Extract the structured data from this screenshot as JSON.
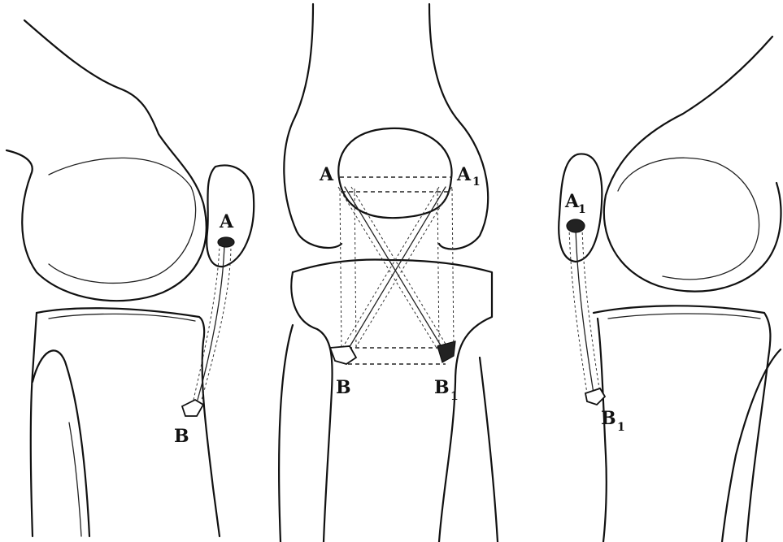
{
  "labels": {
    "left": {
      "a": "A",
      "b": "B"
    },
    "center": {
      "a": "A",
      "a1_main": "A",
      "a1_sub": "1",
      "b": "B",
      "b1_main": "B",
      "b1_sub": "1"
    },
    "right": {
      "a1_main": "A",
      "a1_sub": "1",
      "b1_main": "B",
      "b1_sub": "1"
    }
  }
}
